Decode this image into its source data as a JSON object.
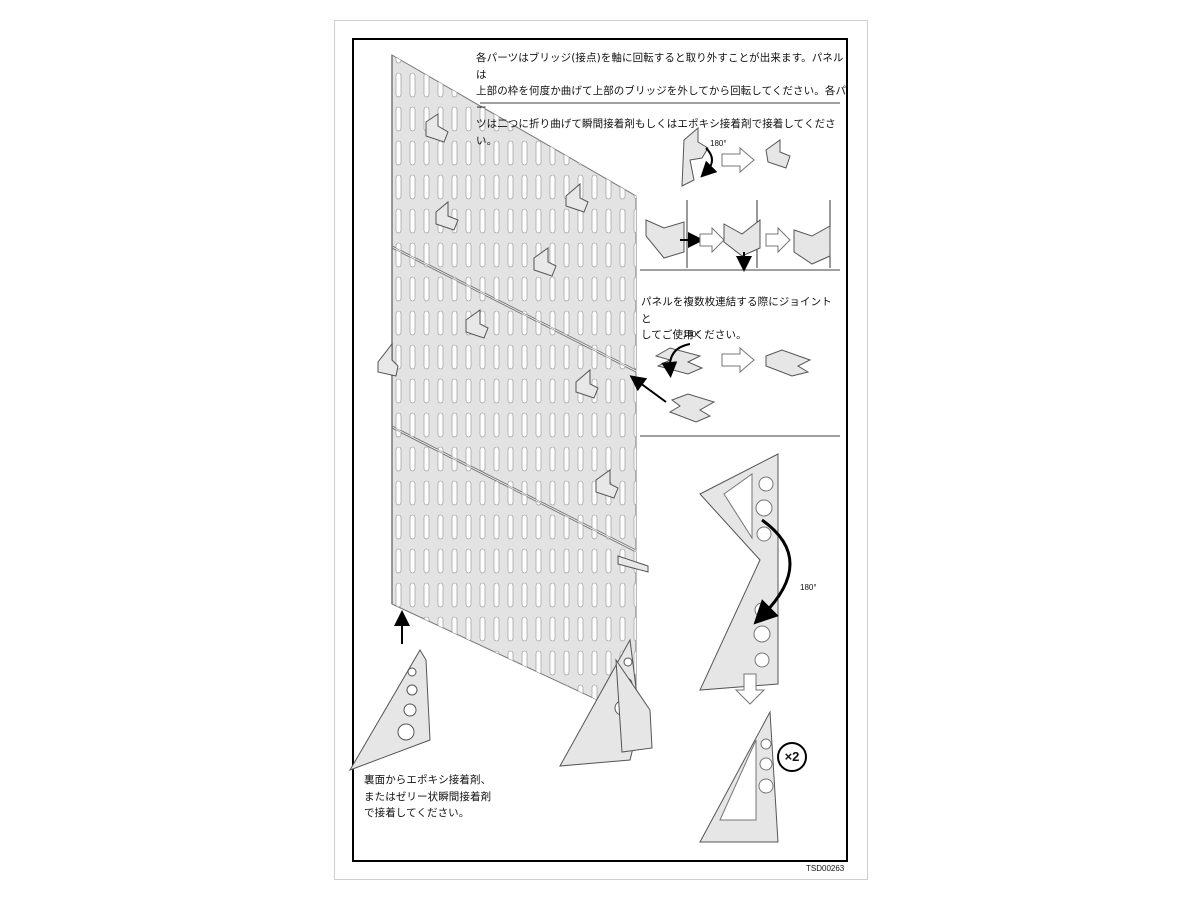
{
  "instructions": {
    "intro": "各パーツはブリッジ(接点)を軸に回転すると取り外すことが出来ます。パネルは\n上部の枠を何度か曲げて上部のブリッジを外してから回転してください。各パー\nツは二つに折り曲げて瞬間接着剤もしくはエポキシ接着剤で接着してください。",
    "joint": "パネルを複数枚連結する際にジョイントと\nしてご使用ください。",
    "glue": "裏面からエポキシ接着剤、\nまたはゼリー状瞬間接着剤\nで接着してください。"
  },
  "labels": {
    "rotation_hook": "180°",
    "rotation_joint": "180°",
    "rotation_stand": "180°",
    "quantity": "×2",
    "part_code": "TSD00263"
  },
  "colors": {
    "panel_fill": "#e3e3e3",
    "slot_fill": "#ffffff",
    "line": "#000000"
  }
}
